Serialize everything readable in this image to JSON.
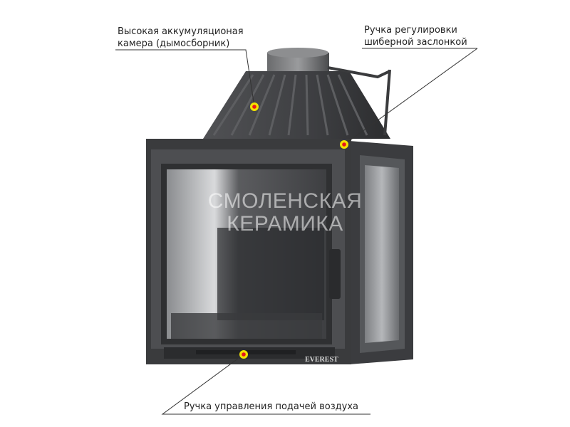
{
  "callouts": {
    "chamber": {
      "line1": "Высокая аккумуляционая",
      "line2": "камера (дымосборник)"
    },
    "damper": {
      "line1": "Ручка регулировки",
      "line2": "шиберной заслонкой"
    },
    "air": {
      "line1": "Ручка управления подачей воздуха"
    }
  },
  "watermark": {
    "line1": "СМОЛЕНСКАЯ",
    "line2": "КЕРАМИКА"
  },
  "brand_plate": "EVEREST",
  "colors": {
    "marker_outer": "#f2e200",
    "marker_inner": "#e8141c",
    "body": "#3a3b3d"
  }
}
